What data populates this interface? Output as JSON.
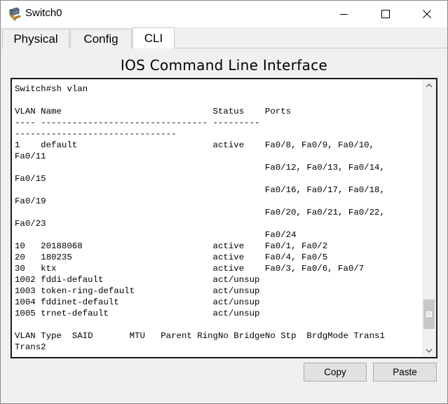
{
  "window": {
    "title": "Switch0",
    "icon": "switch-device-icon"
  },
  "tabs": [
    {
      "label": "Physical",
      "active": false
    },
    {
      "label": "Config",
      "active": false
    },
    {
      "label": "CLI",
      "active": true
    }
  ],
  "cli": {
    "heading": "IOS Command Line Interface",
    "lines": [
      "Switch#sh vlan",
      "",
      "VLAN Name                             Status    Ports",
      "---- -------------------------------- --------- ",
      "-------------------------------",
      "1    default                          active    Fa0/8, Fa0/9, Fa0/10,",
      "Fa0/11",
      "                                                Fa0/12, Fa0/13, Fa0/14,",
      "Fa0/15",
      "                                                Fa0/16, Fa0/17, Fa0/18,",
      "Fa0/19",
      "                                                Fa0/20, Fa0/21, Fa0/22,",
      "Fa0/23",
      "                                                Fa0/24",
      "10   20188068                         active    Fa0/1, Fa0/2",
      "20   180235                           active    Fa0/4, Fa0/5",
      "30   ktx                              active    Fa0/3, Fa0/6, Fa0/7",
      "1002 fddi-default                     act/unsup",
      "1003 token-ring-default               act/unsup",
      "1004 fddinet-default                  act/unsup",
      "1005 trnet-default                    act/unsup",
      "",
      "VLAN Type  SAID       MTU   Parent RingNo BridgeNo Stp  BrdgMode Trans1",
      "Trans2"
    ]
  },
  "buttons": {
    "copy": "Copy",
    "paste": "Paste"
  },
  "colors": {
    "window_bg": "#f0f0f0",
    "terminal_bg": "#ffffff",
    "terminal_border": "#1a1a1a"
  }
}
